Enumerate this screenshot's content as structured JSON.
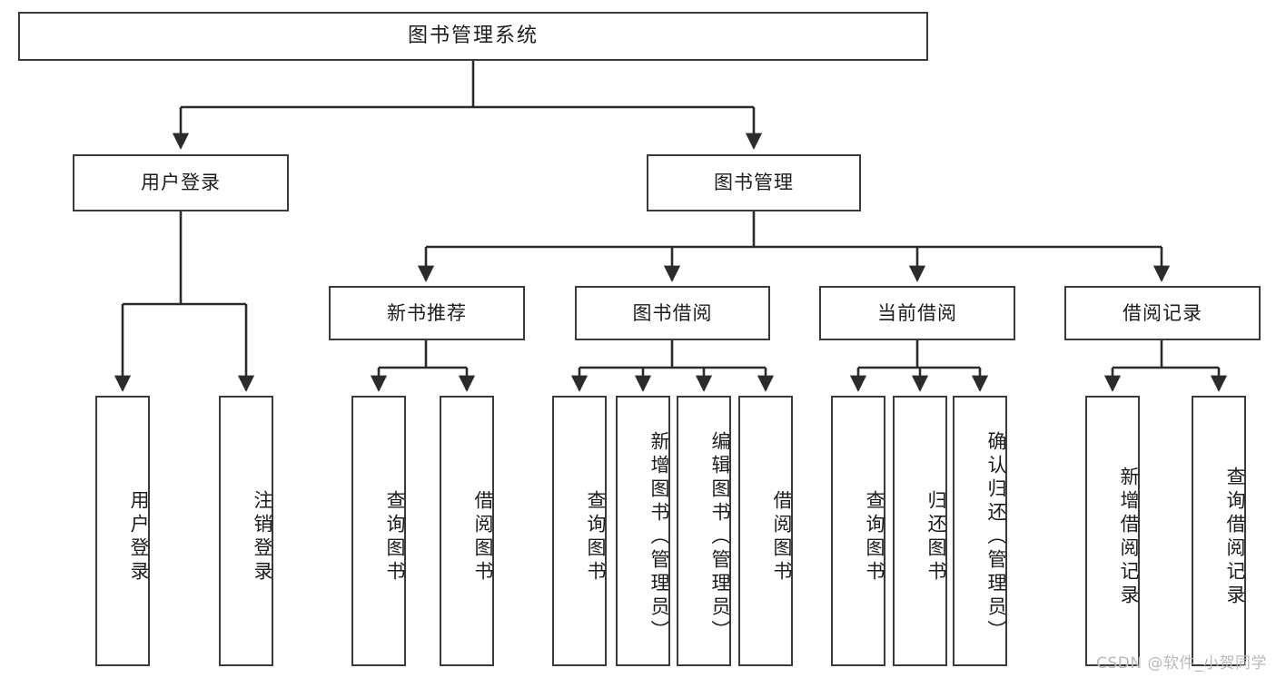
{
  "diagram": {
    "title": "图书管理系统",
    "type": "tree-hierarchy",
    "orientation": "top-down",
    "colors": {
      "box_border": "#3a3a3a",
      "box_fill": "#ffffff",
      "connector": "#2b2b2b",
      "text": "#1c1c1c",
      "watermark": "#b9b9b9",
      "background": "#ffffff"
    },
    "root": {
      "id": "root",
      "label": "图书管理系统",
      "level": 1,
      "text_orientation": "horizontal"
    },
    "level2": [
      {
        "id": "user-login",
        "label": "用户登录",
        "level": 2,
        "text_orientation": "horizontal"
      },
      {
        "id": "book-manage",
        "label": "图书管理",
        "level": 2,
        "text_orientation": "horizontal"
      }
    ],
    "level3": [
      {
        "id": "new-book-rec",
        "label": "新书推荐",
        "level": 3,
        "parent": "book-manage",
        "text_orientation": "horizontal"
      },
      {
        "id": "book-borrow",
        "label": "图书借阅",
        "level": 3,
        "parent": "book-manage",
        "text_orientation": "horizontal"
      },
      {
        "id": "current-borrow",
        "label": "当前借阅",
        "level": 3,
        "parent": "book-manage",
        "text_orientation": "horizontal"
      },
      {
        "id": "borrow-record",
        "label": "借阅记录",
        "level": 3,
        "parent": "book-manage",
        "text_orientation": "horizontal"
      }
    ],
    "leaves": [
      {
        "id": "leaf-user-login",
        "label": "用户登录",
        "parent": "user-login",
        "text_orientation": "vertical"
      },
      {
        "id": "leaf-user-logout",
        "label": "注销登录",
        "parent": "user-login",
        "text_orientation": "vertical"
      },
      {
        "id": "leaf-query-book-1",
        "label": "查询图书",
        "parent": "new-book-rec",
        "text_orientation": "vertical"
      },
      {
        "id": "leaf-borrow-book-1",
        "label": "借阅图书",
        "parent": "new-book-rec",
        "text_orientation": "vertical"
      },
      {
        "id": "leaf-query-book-2",
        "label": "查询图书",
        "parent": "book-borrow",
        "text_orientation": "vertical"
      },
      {
        "id": "leaf-add-book",
        "label": "新增图书（管理员）",
        "parent": "book-borrow",
        "text_orientation": "vertical"
      },
      {
        "id": "leaf-edit-book",
        "label": "编辑图书（管理员）",
        "parent": "book-borrow",
        "text_orientation": "vertical"
      },
      {
        "id": "leaf-borrow-book-2",
        "label": "借阅图书",
        "parent": "book-borrow",
        "text_orientation": "vertical"
      },
      {
        "id": "leaf-query-book-3",
        "label": "查询图书",
        "parent": "current-borrow",
        "text_orientation": "vertical"
      },
      {
        "id": "leaf-return-book",
        "label": "归还图书",
        "parent": "current-borrow",
        "text_orientation": "vertical"
      },
      {
        "id": "leaf-confirm-return",
        "label": "确认归还（管理员）",
        "parent": "current-borrow",
        "text_orientation": "vertical"
      },
      {
        "id": "leaf-add-record",
        "label": "新增借阅记录",
        "parent": "borrow-record",
        "text_orientation": "vertical"
      },
      {
        "id": "leaf-query-record",
        "label": "查询借阅记录",
        "parent": "borrow-record",
        "text_orientation": "vertical"
      }
    ],
    "watermark": "CSDN @软件_小贺同学"
  }
}
